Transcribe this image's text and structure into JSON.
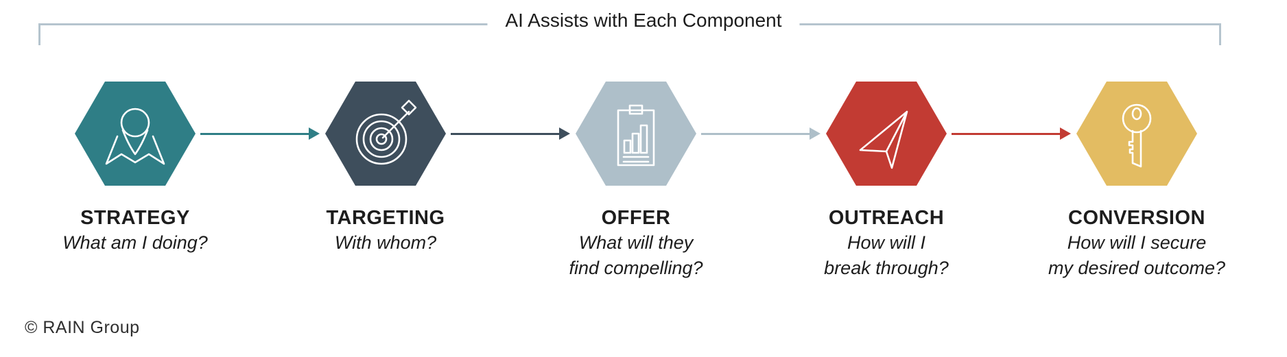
{
  "header": {
    "title": "AI Assists with Each Component",
    "bracket_color": "#b5c4ce"
  },
  "steps": [
    {
      "title": "STRATEGY",
      "question": "What am I doing?",
      "color": "#2f7e86",
      "icon": "map-pin-icon"
    },
    {
      "title": "TARGETING",
      "question": "With whom?",
      "color": "#3e4e5c",
      "icon": "bullseye-arrow-icon"
    },
    {
      "title": "OFFER",
      "question": "What will they\nfind compelling?",
      "color": "#aebfc9",
      "icon": "clipboard-chart-icon"
    },
    {
      "title": "OUTREACH",
      "question": "How will I\nbreak through?",
      "color": "#c23b33",
      "icon": "paper-plane-icon"
    },
    {
      "title": "CONVERSION",
      "question": "How will I secure\nmy desired outcome?",
      "color": "#e3bc62",
      "icon": "key-icon"
    }
  ],
  "footer": {
    "copyright": "© RAIN Group"
  }
}
